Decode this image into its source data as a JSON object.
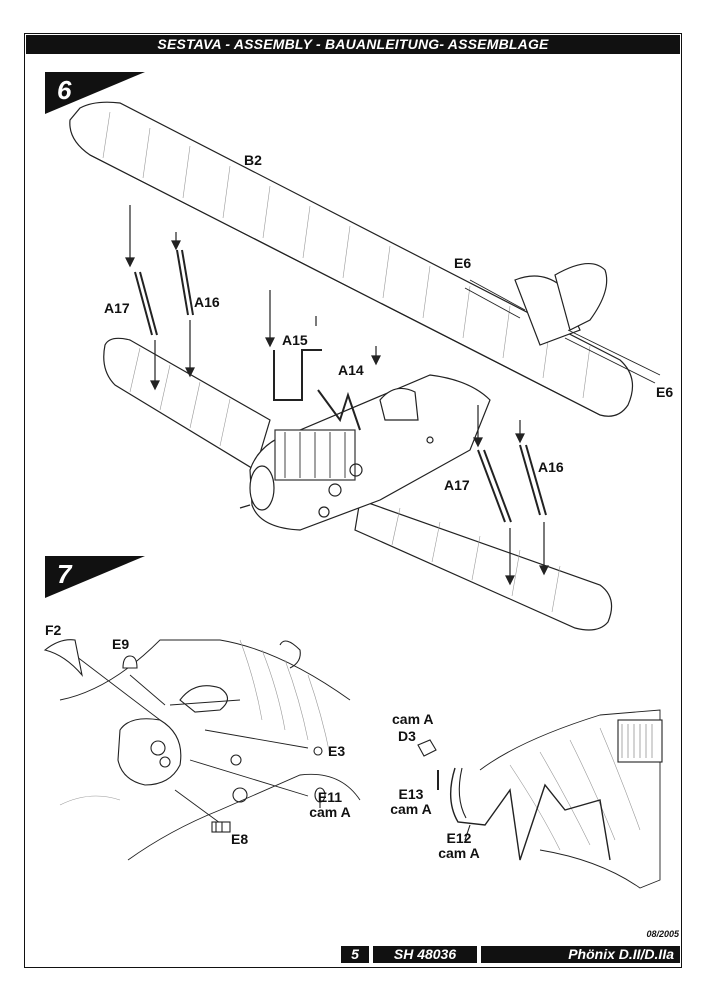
{
  "header": {
    "title": "SESTAVA - ASSEMBLY - BAUANLEITUNG- ASSEMBLAGE"
  },
  "steps": [
    {
      "number": "6"
    },
    {
      "number": "7"
    }
  ],
  "step6_labels": {
    "b2": "B2",
    "a17_left": "A17",
    "a16_left": "A16",
    "a15": "A15",
    "a14": "A14",
    "e6_top": "E6",
    "e6_right": "E6",
    "a17_right": "A17",
    "a16_right": "A16"
  },
  "step7_labels": {
    "f2": "F2",
    "e9": "E9",
    "e3": "E3",
    "e11": "E11",
    "e11_note": "cam A",
    "e8": "E8",
    "d3_note": "cam A",
    "d3": "D3",
    "e13": "E13",
    "e13_note": "cam A",
    "e12": "E12",
    "e12_note": "cam A"
  },
  "footer": {
    "date": "08/2005",
    "page_number": "5",
    "kit_code": "SH 48036",
    "model_name": "Phönix D.II/D.IIa"
  }
}
